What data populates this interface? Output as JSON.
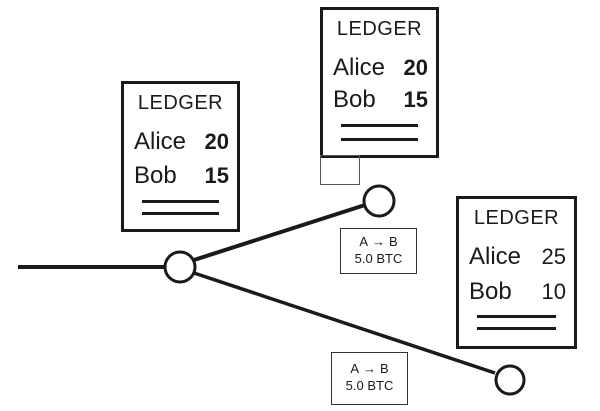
{
  "ledgers": [
    {
      "title": "LEDGER",
      "rows": [
        {
          "name": "Alice",
          "amount": "20"
        },
        {
          "name": "Bob",
          "amount": "15"
        }
      ]
    },
    {
      "title": "LEDGER",
      "rows": [
        {
          "name": "Alice",
          "amount": "20"
        },
        {
          "name": "Bob",
          "amount": "15"
        }
      ]
    },
    {
      "title": "LEDGER",
      "rows": [
        {
          "name": "Alice",
          "amount": "25"
        },
        {
          "name": "Bob",
          "amount": "10"
        }
      ]
    }
  ],
  "transactions": [
    {
      "from": "A",
      "arrow": "→",
      "to": "B",
      "amount": "5.0 BTC"
    },
    {
      "from": "A",
      "arrow": "→",
      "to": "B",
      "amount": "5.0 BTC"
    }
  ],
  "colors": {
    "ink": "#1a1a1a",
    "background": "#ffffff"
  }
}
